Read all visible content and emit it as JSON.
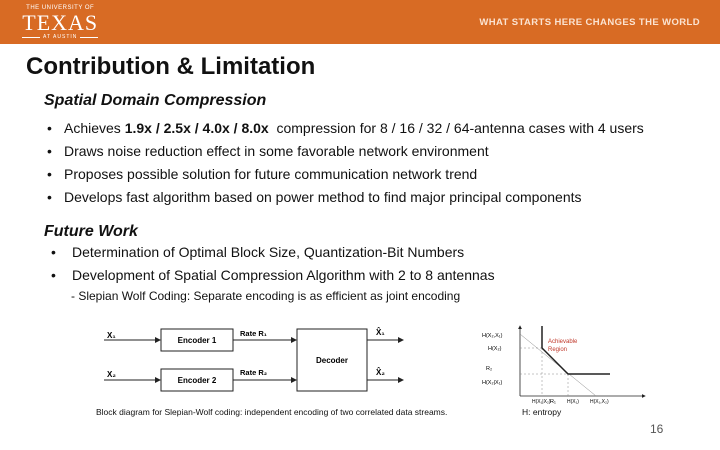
{
  "header": {
    "logo_line1": "THE UNIVERSITY OF",
    "logo_line2": "TEXAS",
    "logo_line3": "AT AUSTIN",
    "tagline": "WHAT STARTS HERE CHANGES THE WORLD",
    "color": "#d86b24"
  },
  "title": "Contribution & Limitation",
  "section1": {
    "heading": "Spatial Domain Compression",
    "bullet1_pre": "Achieves ",
    "bullet1_bold": "1.9x / 2.5x / 4.0x / 8.0x",
    "bullet1_post": "  compression for 8 / 16 / 32 / 64-antenna cases with 4 users",
    "bullet2": "Draws noise reduction effect in some favorable network environment",
    "bullet3": "Proposes possible solution for future communication network trend",
    "bullet4": "Develops fast algorithm based on power method to find major principal components"
  },
  "section2": {
    "heading": "Future Work",
    "bullet1": "Determination of Optimal Block Size, Quantization-Bit Numbers",
    "bullet2": "Development of Spatial Compression Algorithm with 2 to 8 antennas",
    "sub": "- Slepian Wolf Coding: Separate encoding is as efficient as joint encoding"
  },
  "diagram": {
    "x1": "X₁",
    "x2": "X₂",
    "encoder1": "Encoder 1",
    "encoder2": "Encoder 2",
    "rate1": "Rate R₁",
    "rate2": "Rate R₂",
    "decoder": "Decoder",
    "x1_hat": "X̂₁",
    "x2_hat": "X̂₂"
  },
  "region_plot": {
    "y_label_top": "H(X₂,X₁)",
    "y_label_mid": "H(X₂)",
    "y_label_low": "H(X₂|X₁)",
    "y_axis": "R₂",
    "x_axis": "R₁",
    "x_label1": "H(X₁|X₂)",
    "x_label2": "H(X₁)",
    "x_label3": "H(X₁,X₂)",
    "region_label1": "Achievable",
    "region_label2": "Region",
    "region_color": "#c0392b"
  },
  "caption": "Block diagram for Slepian-Wolf coding: independent encoding of two correlated data streams.",
  "h_caption": "H: entropy",
  "page_number": "16"
}
